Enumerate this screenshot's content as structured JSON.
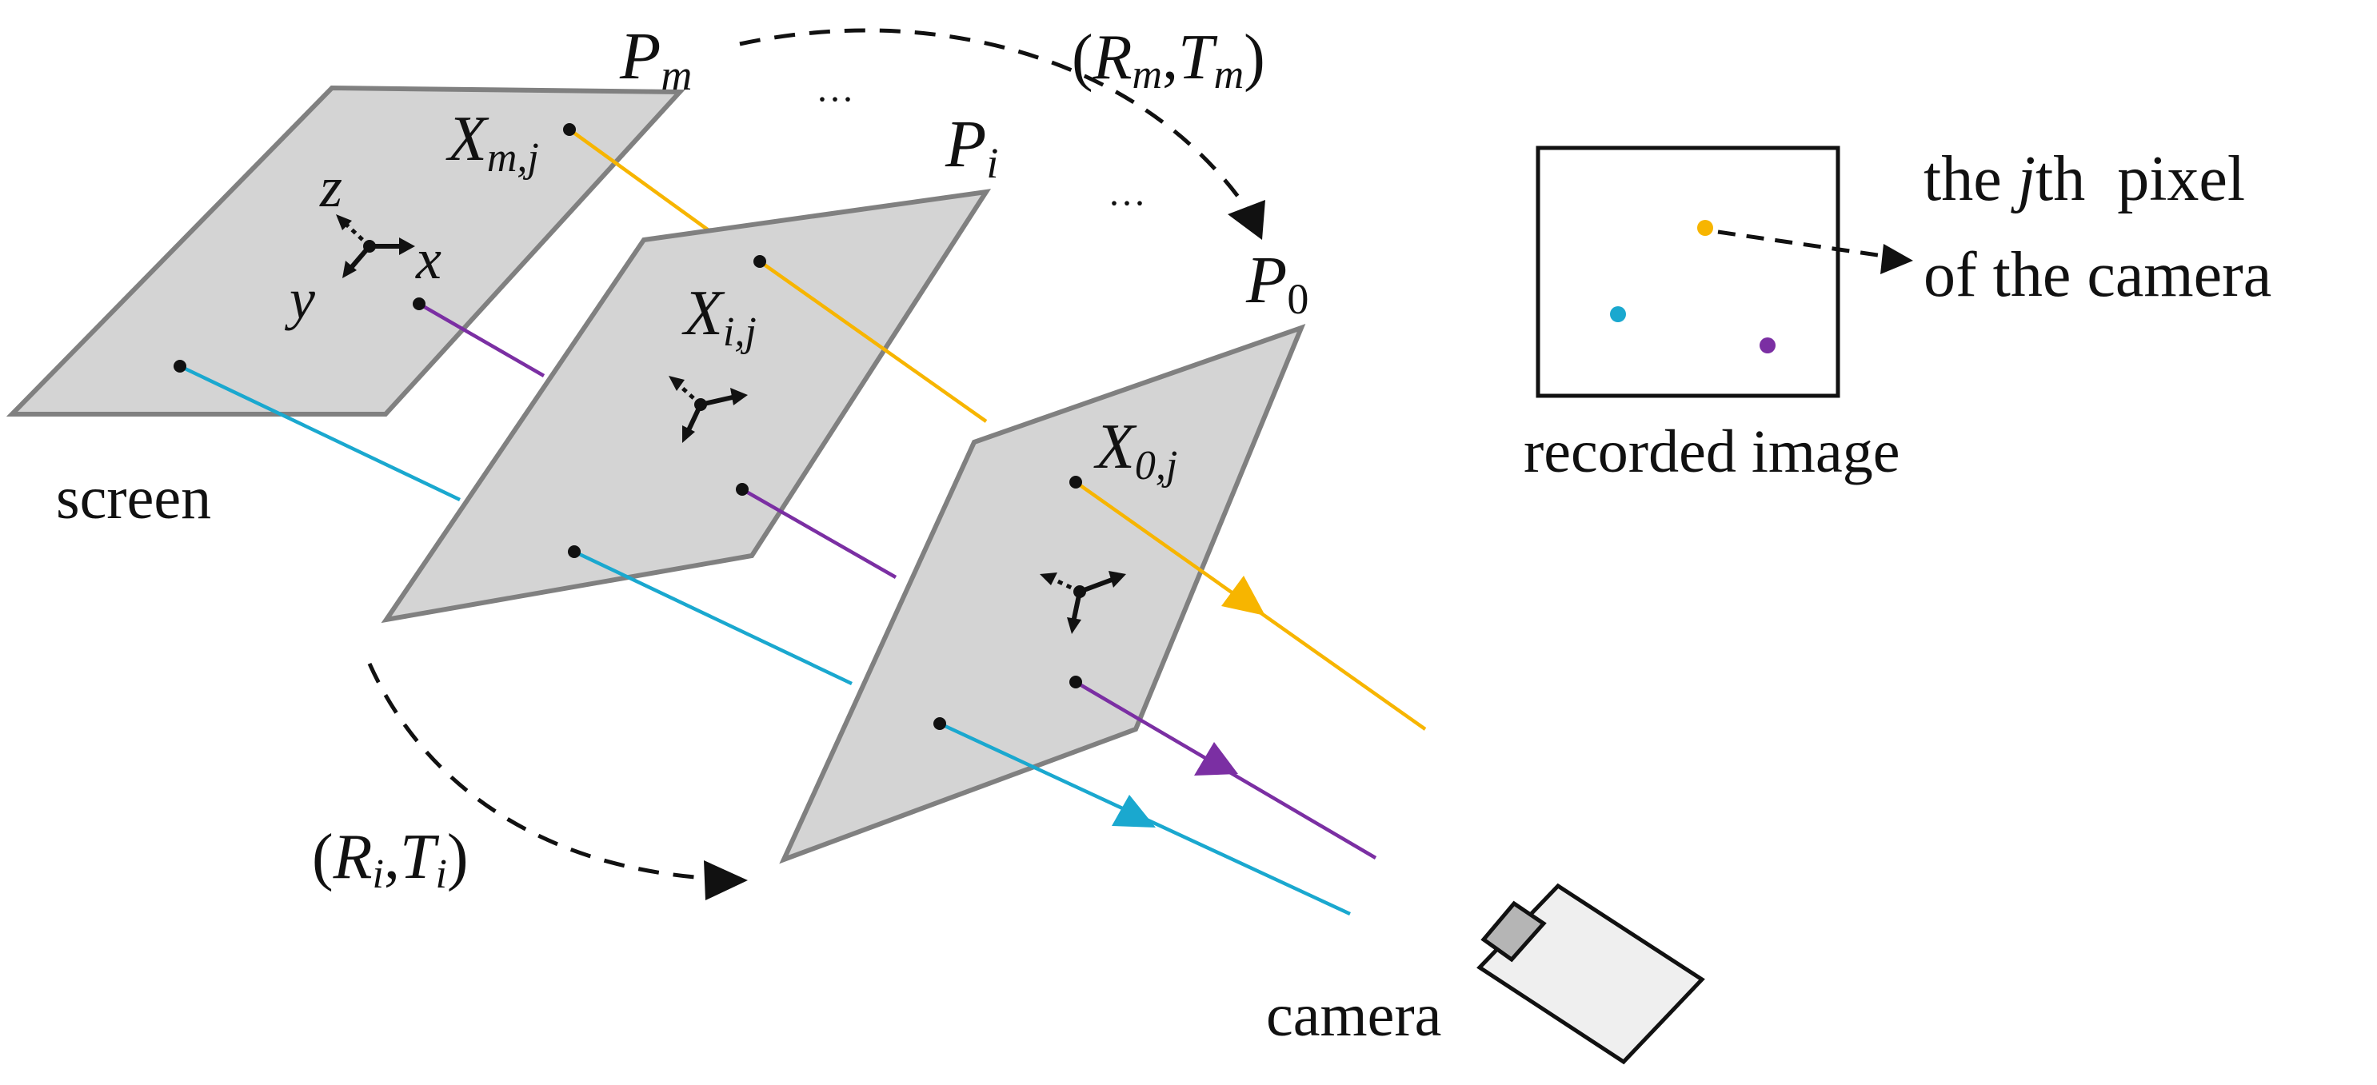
{
  "colors": {
    "yellow": "#f7b500",
    "purple": "#7b2fa3",
    "cyan": "#1aa8cf",
    "plane_fill": "#d4d4d4",
    "plane_stroke": "#808080"
  },
  "labels": {
    "screen": "screen",
    "camera": "camera",
    "recorded_image": "recorded image",
    "jth_pixel_line1": {
      "pre": "the ",
      "j": "j",
      "post": "th  pixel"
    },
    "jth_pixel_line2": "of the camera",
    "ellipsis": "···",
    "plane_m": {
      "main": "P",
      "sub": "m"
    },
    "plane_i": {
      "main": "P",
      "sub": "i"
    },
    "plane_0": {
      "main": "P",
      "sub": "0"
    },
    "point_m": {
      "main": "X",
      "sub": "m,j"
    },
    "point_i": {
      "main": "X",
      "sub": "i,j"
    },
    "point_0": {
      "main": "X",
      "sub": "0,j"
    },
    "transform_m": {
      "open": "(",
      "R": "R",
      "rsub": "m",
      "comma": ",",
      "T": "T",
      "tsub": "m",
      "close": ")"
    },
    "transform_i": {
      "open": "(",
      "R": "R",
      "rsub": "i",
      "comma": ",",
      "T": "T",
      "tsub": "i",
      "close": ")"
    },
    "axis_x": "x",
    "axis_y": "y",
    "axis_z": "z"
  },
  "icons": [
    "camera-icon",
    "coordinate-axes-icon",
    "arrowhead-icon"
  ]
}
